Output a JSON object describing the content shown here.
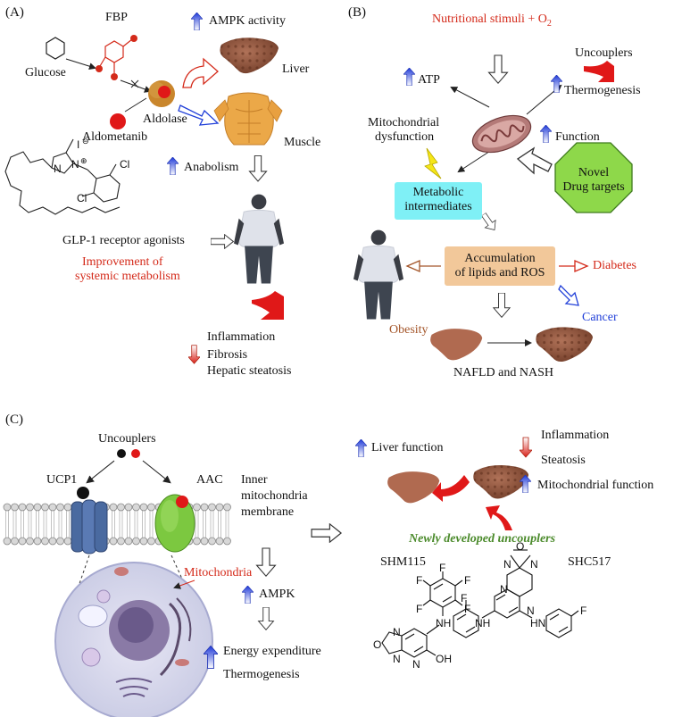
{
  "panelA": {
    "label": "(A)",
    "fbp": "FBP",
    "glucose": "Glucose",
    "aldolase": "Aldolase",
    "aldometanib": "Aldometanib",
    "ampk_activity": "AMPK activity",
    "liver": "Liver",
    "muscle": "Muscle",
    "anabolism": "Anabolism",
    "glp1": "GLP-1 receptor agonists",
    "improvement": [
      "Improvement of",
      "systemic metabolism"
    ],
    "outcomes": [
      "Inflammation",
      "Fibrosis",
      "Hepatic steatosis"
    ],
    "cl1": "Cl",
    "cl2": "Cl",
    "n1": "N",
    "n2": "N",
    "iodide": "I",
    "charge_minus": "⊖",
    "charge_plus": "⊕"
  },
  "panelB": {
    "label": "(B)",
    "stimuli": "Nutritional stimuli + O",
    "stimuli_sub": "2",
    "atp": "ATP",
    "uncouplers": "Uncouplers",
    "thermogenesis": "Thermogenesis",
    "dysfunction": [
      "Mitochondrial",
      "dysfunction"
    ],
    "function": "Function",
    "novel": [
      "Novel",
      "Drug targets"
    ],
    "metabolic": [
      "Metabolic",
      "intermediates"
    ],
    "accumulation": [
      "Accumulation",
      "of lipids and ROS"
    ],
    "diabetes": "Diabetes",
    "cancer": "Cancer",
    "obesity": "Obesity",
    "nafld": "NAFLD and NASH"
  },
  "panelC": {
    "label": "(C)",
    "uncouplers": "Uncouplers",
    "ucp1": "UCP1",
    "aac": "AAC",
    "membrane": [
      "Inner",
      "mitochondria",
      "membrane"
    ],
    "mitochondria": "Mitochondria",
    "ampk": "AMPK",
    "energy": "Energy expenditure",
    "thermogenesis": "Thermogenesis",
    "liver_function": "Liver function",
    "inflammation": "Inflammation",
    "steatosis": "Steatosis",
    "mito_function": "Mitochondrial function",
    "newly": "Newly developed uncouplers",
    "shm115": "SHM115",
    "shc517": "SHC517",
    "f": "F",
    "nh": "NH",
    "n": "N",
    "o": "O",
    "oh": "OH",
    "h": "H",
    "ring_label": "O"
  },
  "colors": {
    "red": "#d42a1a",
    "blue": "#1f3ed8",
    "liver": "#9a5a3e",
    "muscle": "#e8a040",
    "accum": "#f2c89a",
    "metabolic": "#7ff0f6",
    "octagon": "#8ed84a"
  }
}
